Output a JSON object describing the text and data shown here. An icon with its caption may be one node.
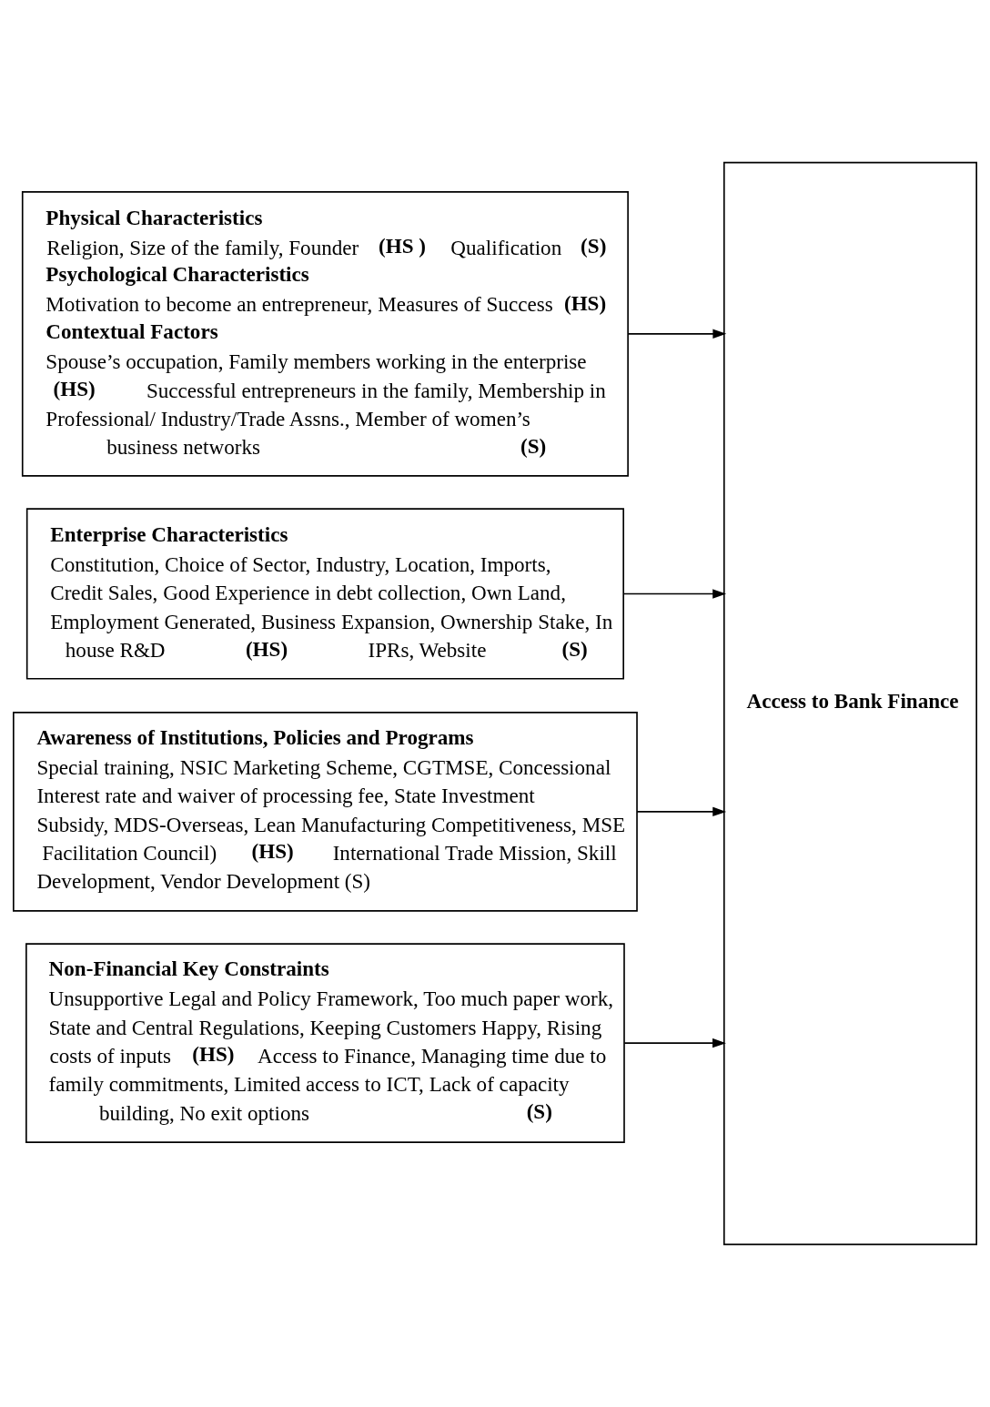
{
  "diagram": {
    "nodes": [
      {
        "text": [
          "Physical Characteristics",
          "Religion, Size of the family, Founder **(HS )** Qualification **(S)**",
          "Psychological Characteristics",
          "Motivation to become an entrepreneur, Measures of Success **(HS)**",
          "Contextual Factors",
          "Spouse’s occupation, Family members working in the enterprise **(HS)** Successful entrepreneurs in the family, Membership in Professional/ Industry/Trade Assns., Member of women’s business networks **(S)**"
        ]
      },
      {
        "text": [
          "Enterprise Characteristics",
          "Constitution, Choice of Sector, Industry, Location, Imports, Credit Sales, Good Experience in debt collection, Own Land, Employment Generated, Business Expansion, Ownership Stake, In house R&D **(HS)** IPRs, Website **(S)**"
        ]
      },
      {
        "text": [
          "Awareness of Institutions, Policies and Programs",
          "Special training, NSIC Marketing Scheme, CGTMSE, Concessional Interest rate and waiver of processing fee, State Investment Subsidy, MDS-Overseas, Lean Manufacturing Competitiveness, MSE Facilitation Council) **(HS)** International Trade Mission, Skill Development, Vendor Development (S)"
        ]
      },
      {
        "text": [
          "Non-Financial Key Constraints",
          "Unsupportive Legal and Policy Framework, Too much paper work, State and Central Regulations, Keeping Customers Happy, Rising costs of inputs **(HS)** Access to Finance, Managing time due to family commitments, Limited access to ICT, Lack of capacity building, No exit options **(S)**"
        ]
      },
      {
        "text": [
          "Access to Bank Finance"
        ]
      }
    ],
    "edges": [
      {
        "from": 0,
        "to": 4,
        "arrow": "to"
      },
      {
        "from": 1,
        "to": 4,
        "arrow": "to"
      },
      {
        "from": 2,
        "to": 4,
        "arrow": "to"
      },
      {
        "from": 3,
        "to": 4,
        "arrow": "to"
      }
    ]
  }
}
